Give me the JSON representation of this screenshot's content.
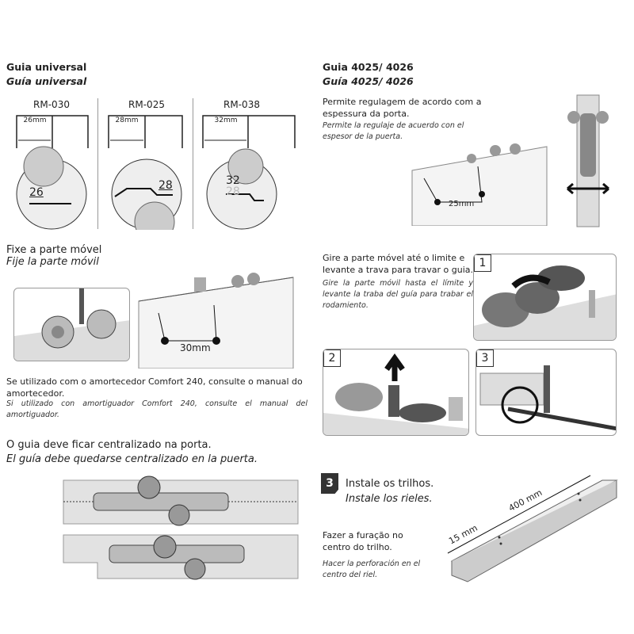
{
  "left": {
    "title": "Guia universal",
    "title_es": "Guía universal",
    "models": [
      {
        "name": "RM-030",
        "dim": "26mm",
        "mark": "26"
      },
      {
        "name": "RM-025",
        "dim": "28mm",
        "mark": "28"
      },
      {
        "name": "RM-038",
        "dim": "32mm",
        "mark": "32",
        "mark2": "28"
      }
    ],
    "fix_title": "Fixe a parte móvel",
    "fix_title_es": "Fije la parte móvil",
    "fix_dim": "30mm",
    "note": "Se utilizado com o amortecedor Comfort 240, consulte o manual do amortecedor.",
    "note_es": "Si utilizado con amortiguador Comfort 240, consulte el manual del amortiguador.",
    "center": "O guia deve ficar centralizado na porta.",
    "center_es": "El guía debe quedarse centralizado en la puerta."
  },
  "right": {
    "title": "Guia 4025/ 4026",
    "title_es": "Guía 4025/ 4026",
    "adjust": "Permite regulagem de acordo com a espessura da porta.",
    "adjust_es": "Permite la regulaje de acuerdo con el espesor de la puerta.",
    "adjust_dim": "25mm",
    "turn": "Gire a parte móvel até o limite e levante a trava para travar o guia.",
    "turn_es": "Gire la parte móvil hasta el límite y levante la traba del guía para trabar el rodamiento.",
    "steps": [
      "1",
      "2",
      "3"
    ],
    "step3_badge": "3",
    "rails": "Instale os trilhos.",
    "rails_es": "Instale los rieles.",
    "drill": "Fazer a furação no centro do trilho.",
    "drill_es": "Hacer la perforación en el centro del riel.",
    "rail_dim1": "15 mm",
    "rail_dim2": "400 mm"
  }
}
